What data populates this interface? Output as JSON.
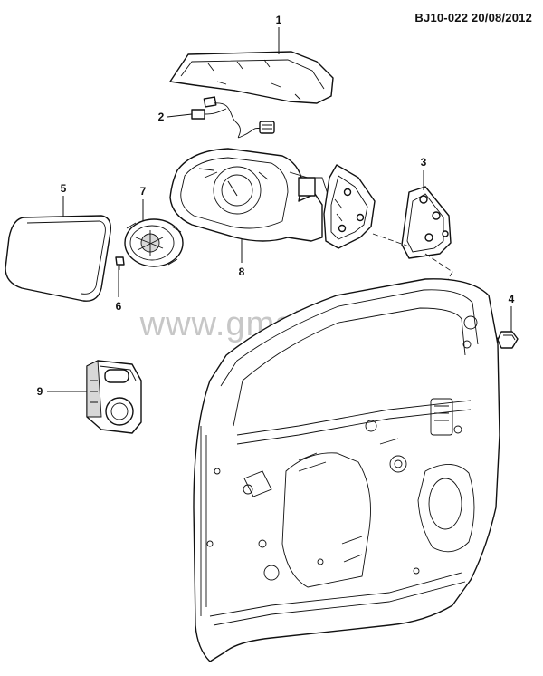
{
  "header": {
    "code": "BJ10-022 20/08/2012"
  },
  "watermark": {
    "text": "www.gmsklad.ru"
  },
  "callouts": [
    {
      "id": "c1",
      "label": "1"
    },
    {
      "id": "c2",
      "label": "2"
    },
    {
      "id": "c3",
      "label": "3"
    },
    {
      "id": "c4",
      "label": "4"
    },
    {
      "id": "c5",
      "label": "5"
    },
    {
      "id": "c6",
      "label": "6"
    },
    {
      "id": "c7",
      "label": "7"
    },
    {
      "id": "c8",
      "label": "8"
    },
    {
      "id": "c9",
      "label": "9"
    }
  ]
}
